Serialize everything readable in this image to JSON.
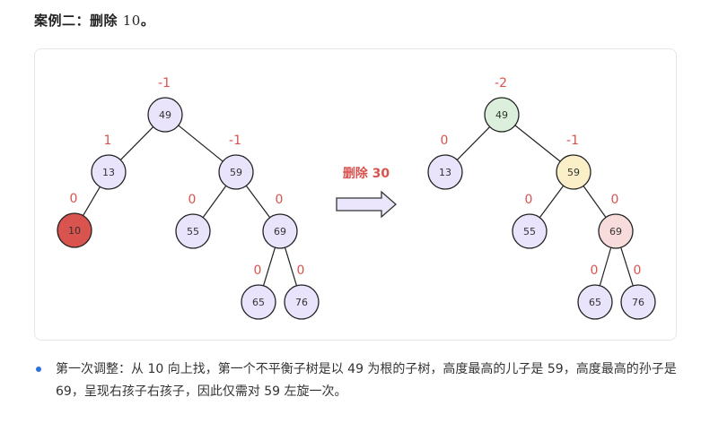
{
  "heading": {
    "prefix": "案例二：删除 ",
    "number": "10",
    "suffix": "。"
  },
  "transition": {
    "label": "删除 30"
  },
  "trees": [
    {
      "nodes": [
        {
          "id": "49",
          "label": "49",
          "bf": "-1",
          "fill": "#e9e4fb"
        },
        {
          "id": "13",
          "label": "13",
          "bf": "1",
          "fill": "#e9e4fb"
        },
        {
          "id": "59",
          "label": "59",
          "bf": "-1",
          "fill": "#e9e4fb"
        },
        {
          "id": "10",
          "label": "10",
          "bf": "0",
          "fill": "#d9534f"
        },
        {
          "id": "55",
          "label": "55",
          "bf": "0",
          "fill": "#e9e4fb"
        },
        {
          "id": "69",
          "label": "69",
          "bf": "0",
          "fill": "#e9e4fb"
        },
        {
          "id": "65",
          "label": "65",
          "bf": "0",
          "fill": "#e9e4fb"
        },
        {
          "id": "76",
          "label": "76",
          "bf": "0",
          "fill": "#e9e4fb"
        }
      ],
      "edges": [
        [
          "49",
          "13"
        ],
        [
          "49",
          "59"
        ],
        [
          "13",
          "10"
        ],
        [
          "59",
          "55"
        ],
        [
          "59",
          "69"
        ],
        [
          "69",
          "65"
        ],
        [
          "69",
          "76"
        ]
      ]
    },
    {
      "nodes": [
        {
          "id": "49",
          "label": "49",
          "bf": "-2",
          "fill": "#dcefdc"
        },
        {
          "id": "13",
          "label": "13",
          "bf": "0",
          "fill": "#e9e4fb"
        },
        {
          "id": "59",
          "label": "59",
          "bf": "-1",
          "fill": "#fbefc8"
        },
        {
          "id": "55",
          "label": "55",
          "bf": "0",
          "fill": "#e9e4fb"
        },
        {
          "id": "69",
          "label": "69",
          "bf": "0",
          "fill": "#f8dcdc"
        },
        {
          "id": "65",
          "label": "65",
          "bf": "0",
          "fill": "#e9e4fb"
        },
        {
          "id": "76",
          "label": "76",
          "bf": "0",
          "fill": "#e9e4fb"
        }
      ],
      "edges": [
        [
          "49",
          "13"
        ],
        [
          "49",
          "59"
        ],
        [
          "59",
          "55"
        ],
        [
          "59",
          "69"
        ],
        [
          "69",
          "65"
        ],
        [
          "69",
          "76"
        ]
      ]
    }
  ],
  "notes": [
    "第一次调整：从 10 向上找，第一个不平衡子树是以 49 为根的子树，高度最高的儿子是 59，高度最高的孙子是 69，呈现右孩子右孩子，因此仅需对 59 左旋一次。"
  ],
  "colors": {
    "accent_red": "#d9534f",
    "bullet_blue": "#2f6fe4",
    "node_stroke": "#222222"
  }
}
